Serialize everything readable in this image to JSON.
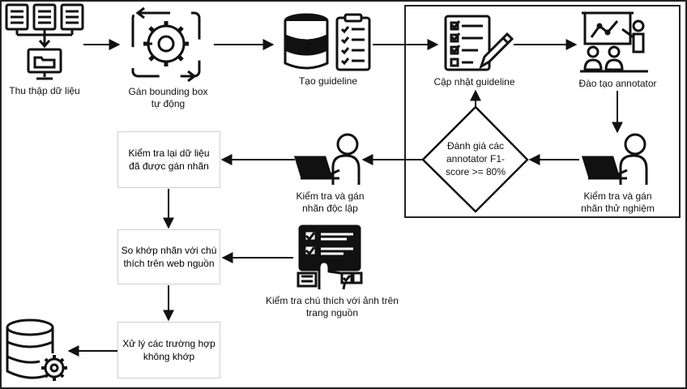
{
  "steps": {
    "collect": {
      "line1": "Thu thập dữ liệu"
    },
    "auto_bbox": {
      "line1": "Gán bounding box",
      "line2": "tự động"
    },
    "guideline": {
      "line1": "Tạo guideline"
    },
    "update_guideline": {
      "line1": "Cập nhật guideline"
    },
    "train_annotator": {
      "line1": "Đào tạo annotator"
    },
    "trial_label": {
      "line1": "Kiểm tra và gán",
      "line2": "nhãn thử nghiệm"
    },
    "evaluate": {
      "line1": "Đánh giá các",
      "line2": "annotator F1-",
      "line3": "score >= 80%"
    },
    "independent_label": {
      "line1": "Kiểm tra và gán",
      "line2": "nhãn độc lập"
    },
    "recheck": {
      "line1": "Kiểm tra lại dữ liệu",
      "line2": "đã được gán nhãn"
    },
    "match": {
      "line1": "So khớp nhãn với chú",
      "line2": "thích trên web nguồn"
    },
    "check_source": {
      "line1": "Kiểm tra chú thích với ảnh trên",
      "line2": "trang nguồn"
    },
    "handle_mismatch": {
      "line1": "Xử lý các trường hợp",
      "line2": "không khớp"
    }
  },
  "icons": [
    "monitor-network-icon",
    "gear-cycle-icon",
    "database-icon",
    "checklist-clipboard-icon",
    "checklist-pencil-icon",
    "presentation-training-icon",
    "laptop-person-icon",
    "laptop-person-icon",
    "touchscreen-form-icon",
    "database-gear-icon"
  ]
}
